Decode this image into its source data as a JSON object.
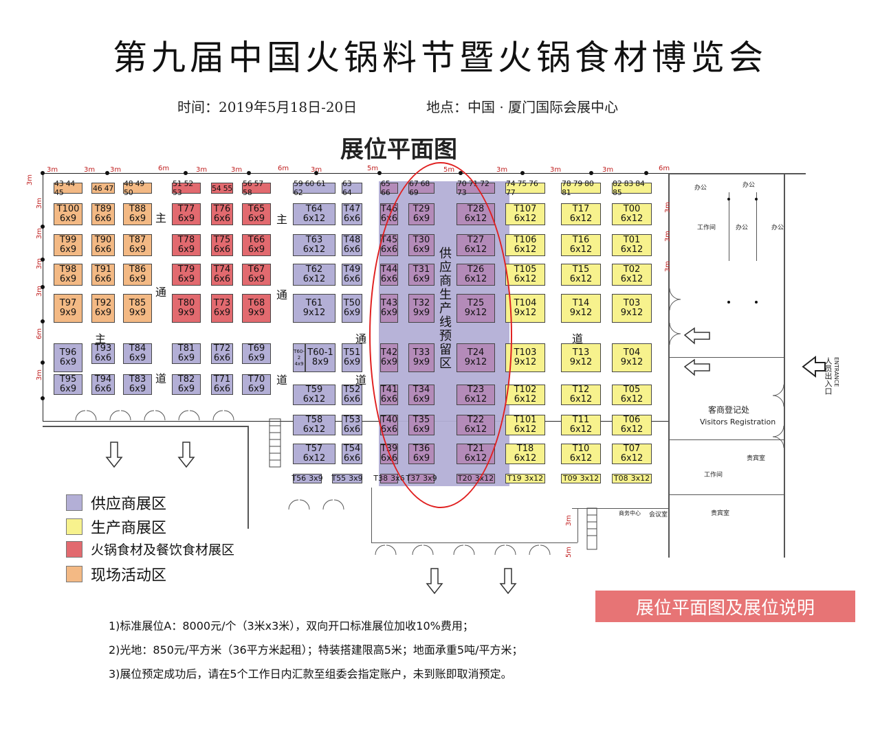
{
  "title": "第九届中国火锅料节暨火锅食材博览会",
  "time": "时间：2019年5月18日-20日",
  "venue": "地点：中国 · 厦门国际会展中心",
  "plan_title": "展位平面图",
  "zone_label": "供应商生产线预留区",
  "aisle_chars": [
    "主",
    "通",
    "道",
    "主",
    "通",
    "道",
    "通",
    "道",
    "主",
    "道"
  ],
  "dim_labels": [
    "3m",
    "3m",
    "3m",
    "6m",
    "3m",
    "3m",
    "6m",
    "3m",
    "5m",
    "5m",
    "3m",
    "3m",
    "3m",
    "6m",
    "3m",
    "3m",
    "3m",
    "3m",
    "6m",
    "3m",
    "3m",
    "3m",
    "3m",
    "3m",
    "3m",
    "5m"
  ],
  "room_labels": [
    "办公",
    "办公",
    "工作间",
    "办公",
    "办公",
    "客商登记处",
    "Visitors Registration",
    "贵宾室",
    "工作间",
    "会议室",
    "贵宾室",
    "商务中心",
    "人员出入口",
    "ENTRANCE"
  ],
  "top_strips": [
    {
      "id": "s1",
      "label": "43 44 45"
    },
    {
      "id": "s2",
      "label": "46 47"
    },
    {
      "id": "s3",
      "label": "48 49 50"
    },
    {
      "id": "s4",
      "label": "51 52 53"
    },
    {
      "id": "s5",
      "label": "54 55"
    },
    {
      "id": "s6",
      "label": "56 57 58"
    },
    {
      "id": "s7",
      "label": "59 60 61 62"
    },
    {
      "id": "s8",
      "label": "63 64"
    },
    {
      "id": "s9",
      "label": "65 66"
    },
    {
      "id": "s10",
      "label": "67 68 69"
    },
    {
      "id": "s11",
      "label": "70 71 72 73"
    },
    {
      "id": "s12",
      "label": "74 75 76 77"
    },
    {
      "id": "s13",
      "label": "78 79 80 81"
    },
    {
      "id": "s14",
      "label": "82 83 84 85"
    }
  ],
  "booths": [
    {
      "id": "T100",
      "size": "6x9",
      "cat": "orange"
    },
    {
      "id": "T89",
      "size": "6x6",
      "cat": "orange"
    },
    {
      "id": "T88",
      "size": "6x9",
      "cat": "orange"
    },
    {
      "id": "T99",
      "size": "6x9",
      "cat": "orange"
    },
    {
      "id": "T90",
      "size": "6x6",
      "cat": "orange"
    },
    {
      "id": "T87",
      "size": "6x9",
      "cat": "orange"
    },
    {
      "id": "T98",
      "size": "6x9",
      "cat": "orange"
    },
    {
      "id": "T91",
      "size": "6x6",
      "cat": "orange"
    },
    {
      "id": "T86",
      "size": "6x9",
      "cat": "orange"
    },
    {
      "id": "T97",
      "size": "9x9",
      "cat": "orange"
    },
    {
      "id": "T92",
      "size": "6x9",
      "cat": "orange"
    },
    {
      "id": "T85",
      "size": "9x9",
      "cat": "orange"
    },
    {
      "id": "T96",
      "size": "6x9",
      "cat": "purple"
    },
    {
      "id": "T93",
      "size": "6x6",
      "cat": "purple"
    },
    {
      "id": "T84",
      "size": "6x9",
      "cat": "purple"
    },
    {
      "id": "T95",
      "size": "6x9",
      "cat": "purple"
    },
    {
      "id": "T94",
      "size": "6x6",
      "cat": "purple"
    },
    {
      "id": "T83",
      "size": "6x9",
      "cat": "purple"
    },
    {
      "id": "T77",
      "size": "6x9",
      "cat": "red"
    },
    {
      "id": "T76",
      "size": "6x6",
      "cat": "red"
    },
    {
      "id": "T65",
      "size": "6x9",
      "cat": "red"
    },
    {
      "id": "T78",
      "size": "6x9",
      "cat": "red"
    },
    {
      "id": "T75",
      "size": "6x6",
      "cat": "red"
    },
    {
      "id": "T66",
      "size": "6x9",
      "cat": "red"
    },
    {
      "id": "T79",
      "size": "6x9",
      "cat": "red"
    },
    {
      "id": "T74",
      "size": "6x6",
      "cat": "red"
    },
    {
      "id": "T67",
      "size": "6x9",
      "cat": "red"
    },
    {
      "id": "T80",
      "size": "9x9",
      "cat": "red"
    },
    {
      "id": "T73",
      "size": "6x9",
      "cat": "red"
    },
    {
      "id": "T68",
      "size": "9x9",
      "cat": "red"
    },
    {
      "id": "T81",
      "size": "6x9",
      "cat": "purple"
    },
    {
      "id": "T72",
      "size": "6x6",
      "cat": "purple"
    },
    {
      "id": "T69",
      "size": "6x9",
      "cat": "purple"
    },
    {
      "id": "T82",
      "size": "6x9",
      "cat": "purple"
    },
    {
      "id": "T71",
      "size": "6x6",
      "cat": "purple"
    },
    {
      "id": "T70",
      "size": "6x9",
      "cat": "purple"
    },
    {
      "id": "T64",
      "size": "6x12",
      "cat": "purple"
    },
    {
      "id": "T47",
      "size": "6x6",
      "cat": "purple"
    },
    {
      "id": "T63",
      "size": "6x12",
      "cat": "purple"
    },
    {
      "id": "T48",
      "size": "6x6",
      "cat": "purple"
    },
    {
      "id": "T62",
      "size": "6x12",
      "cat": "purple"
    },
    {
      "id": "T49",
      "size": "6x6",
      "cat": "purple"
    },
    {
      "id": "T61",
      "size": "9x12",
      "cat": "purple"
    },
    {
      "id": "T50",
      "size": "6x9",
      "cat": "purple"
    },
    {
      "id": "T60-2",
      "size": "4x9",
      "cat": "purple"
    },
    {
      "id": "T60-1",
      "size": "8x9",
      "cat": "purple"
    },
    {
      "id": "T51",
      "size": "6x9",
      "cat": "purple"
    },
    {
      "id": "T59",
      "size": "6x12",
      "cat": "purple"
    },
    {
      "id": "T52",
      "size": "6x6",
      "cat": "purple"
    },
    {
      "id": "T58",
      "size": "6x12",
      "cat": "purple"
    },
    {
      "id": "T53",
      "size": "6x6",
      "cat": "purple"
    },
    {
      "id": "T57",
      "size": "6x12",
      "cat": "purple"
    },
    {
      "id": "T54",
      "size": "6x6",
      "cat": "purple"
    },
    {
      "id": "T56",
      "size": "3x9",
      "cat": "purple"
    },
    {
      "id": "T55",
      "size": "3x9",
      "cat": "purple"
    },
    {
      "id": "T46",
      "size": "6x6",
      "cat": "mauve"
    },
    {
      "id": "T29",
      "size": "6x9",
      "cat": "mauve"
    },
    {
      "id": "T28",
      "size": "6x12",
      "cat": "mauve"
    },
    {
      "id": "T45",
      "size": "6x6",
      "cat": "mauve"
    },
    {
      "id": "T30",
      "size": "6x9",
      "cat": "mauve"
    },
    {
      "id": "T27",
      "size": "6x12",
      "cat": "mauve"
    },
    {
      "id": "T44",
      "size": "6x6",
      "cat": "mauve"
    },
    {
      "id": "T31",
      "size": "6x9",
      "cat": "mauve"
    },
    {
      "id": "T26",
      "size": "6x12",
      "cat": "mauve"
    },
    {
      "id": "T43",
      "size": "6x9",
      "cat": "mauve"
    },
    {
      "id": "T32",
      "size": "9x9",
      "cat": "mauve"
    },
    {
      "id": "T25",
      "size": "9x12",
      "cat": "mauve"
    },
    {
      "id": "T42",
      "size": "6x9",
      "cat": "mauve"
    },
    {
      "id": "T33",
      "size": "9x9",
      "cat": "mauve"
    },
    {
      "id": "T24",
      "size": "9x12",
      "cat": "mauve"
    },
    {
      "id": "T41",
      "size": "6x6",
      "cat": "mauve"
    },
    {
      "id": "T34",
      "size": "6x9",
      "cat": "mauve"
    },
    {
      "id": "T23",
      "size": "6x12",
      "cat": "mauve"
    },
    {
      "id": "T40",
      "size": "6x6",
      "cat": "mauve"
    },
    {
      "id": "T35",
      "size": "6x9",
      "cat": "mauve"
    },
    {
      "id": "T22",
      "size": "6x12",
      "cat": "mauve"
    },
    {
      "id": "T39",
      "size": "6x6",
      "cat": "mauve"
    },
    {
      "id": "T36",
      "size": "6x9",
      "cat": "mauve"
    },
    {
      "id": "T21",
      "size": "6x12",
      "cat": "mauve"
    },
    {
      "id": "T38",
      "size": "3x6",
      "cat": "mauve"
    },
    {
      "id": "T37",
      "size": "3x9",
      "cat": "mauve"
    },
    {
      "id": "T20",
      "size": "3x12",
      "cat": "mauve"
    },
    {
      "id": "T107",
      "size": "6x12",
      "cat": "yellow"
    },
    {
      "id": "T17",
      "size": "6x12",
      "cat": "yellow"
    },
    {
      "id": "T00",
      "size": "6x12",
      "cat": "yellow"
    },
    {
      "id": "T106",
      "size": "6x12",
      "cat": "yellow"
    },
    {
      "id": "T16",
      "size": "6x12",
      "cat": "yellow"
    },
    {
      "id": "T01",
      "size": "6x12",
      "cat": "yellow"
    },
    {
      "id": "T105",
      "size": "6x12",
      "cat": "yellow"
    },
    {
      "id": "T15",
      "size": "6x12",
      "cat": "yellow"
    },
    {
      "id": "T02",
      "size": "6x12",
      "cat": "yellow"
    },
    {
      "id": "T104",
      "size": "9x12",
      "cat": "yellow"
    },
    {
      "id": "T14",
      "size": "9x12",
      "cat": "yellow"
    },
    {
      "id": "T03",
      "size": "9x12",
      "cat": "yellow"
    },
    {
      "id": "T103",
      "size": "9x12",
      "cat": "yellow"
    },
    {
      "id": "T13",
      "size": "9x12",
      "cat": "yellow"
    },
    {
      "id": "T04",
      "size": "9x12",
      "cat": "yellow"
    },
    {
      "id": "T102",
      "size": "6x12",
      "cat": "yellow"
    },
    {
      "id": "T12",
      "size": "6x12",
      "cat": "yellow"
    },
    {
      "id": "T05",
      "size": "6x12",
      "cat": "yellow"
    },
    {
      "id": "T101",
      "size": "6x12",
      "cat": "yellow"
    },
    {
      "id": "T11",
      "size": "6x12",
      "cat": "yellow"
    },
    {
      "id": "T06",
      "size": "6x12",
      "cat": "yellow"
    },
    {
      "id": "T18",
      "size": "6x12",
      "cat": "yellow"
    },
    {
      "id": "T10",
      "size": "6x12",
      "cat": "yellow"
    },
    {
      "id": "T07",
      "size": "6x12",
      "cat": "yellow"
    },
    {
      "id": "T19",
      "size": "3x12",
      "cat": "yellow"
    },
    {
      "id": "T09",
      "size": "3x12",
      "cat": "yellow"
    },
    {
      "id": "T08",
      "size": "3x12",
      "cat": "yellow"
    }
  ],
  "legend": [
    {
      "label": "供应商展区",
      "color": "#b3afd6"
    },
    {
      "label": "生产商展区",
      "color": "#f7f28d"
    },
    {
      "label": "火锅食材及餐饮食材展区",
      "color": "#e26a6f"
    },
    {
      "label": "现场活动区",
      "color": "#f3b984"
    }
  ],
  "badge": "展位平面图及展位说明",
  "notes": [
    "1)标准展位A：8000元/个（3米x3米），双向开口标准展位加收10%费用；",
    "2)光地：850元/平方米（36平方米起租）；特装搭建限高5米；地面承重5吨/平方米；",
    "3)展位预定成功后，请在5个工作日内汇款至组委会指定账户，未到账即取消预定。"
  ],
  "colors": {
    "purple": "#b3afd6",
    "mauve": "#b48bb9",
    "yellow": "#f7f28d",
    "red": "#e26a6f",
    "orange": "#f3b984",
    "badge": "#e77475",
    "ellipse": "#e02020"
  }
}
